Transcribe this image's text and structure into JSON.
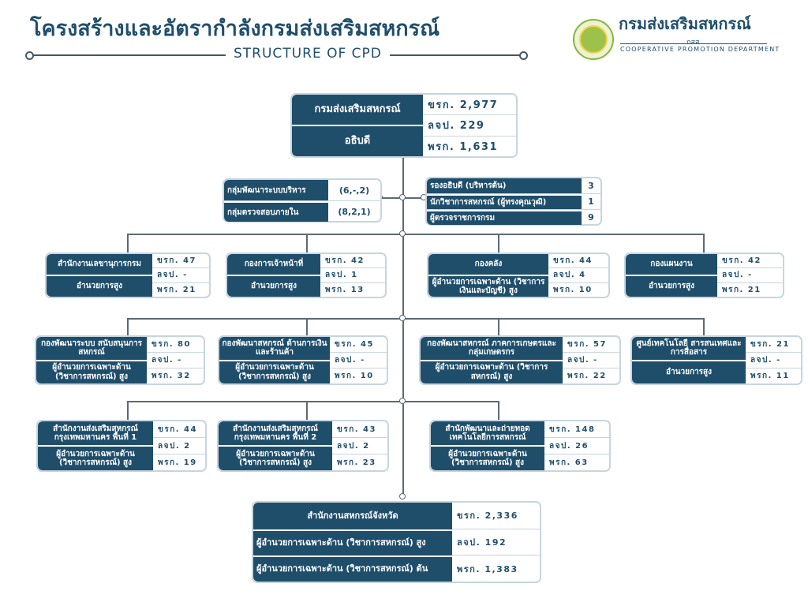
{
  "header": {
    "title_th": "โครงสร้างและอัตรากำลังกรมส่งเสริมสหกรณ์",
    "title_en": "STRUCTURE OF CPD",
    "logo_name_th": "กรมส่งเสริมสหกรณ์",
    "logo_abbr": "กสส",
    "logo_name_en": "COOPERATIVE PROMOTION DEPARTMENT"
  },
  "root": {
    "name": "กรมส่งเสริมสหกรณ์",
    "head": "อธิบดี",
    "c1": "ขรก. 2,977",
    "c2": "ลจป. 229",
    "c3": "พรก. 1,631"
  },
  "staff_left": [
    {
      "label": "กลุ่มพัฒนาระบบบริหาร",
      "value": "(6,-,2)"
    },
    {
      "label": "กลุ่มตรวจสอบภายใน",
      "value": "(8,2,1)"
    }
  ],
  "staff_right": [
    {
      "label": "รองอธิบดี (บริหารต้น)",
      "value": "3"
    },
    {
      "label": "นักวิชาการสหกรณ์ (ผู้ทรงคุณวุฒิ)",
      "value": "1"
    },
    {
      "label": "ผู้ตรวจราชการกรม",
      "value": "9"
    }
  ],
  "row1": [
    {
      "name": "สำนักงานเลขานุการกรม",
      "head": "อำนวยการสูง",
      "c1": "ขรก. 47",
      "c2": "ลจป. -",
      "c3": "พรก. 21"
    },
    {
      "name": "กองการเจ้าหน้าที่",
      "head": "อำนวยการสูง",
      "c1": "ขรก. 42",
      "c2": "ลจป. 1",
      "c3": "พรก. 13"
    },
    {
      "name": "กองคลัง",
      "head": "ผู้อำนวยการเฉพาะด้าน (วิชาการเงินและบัญชี) สูง",
      "c1": "ขรก. 44",
      "c2": "ลจป. 4",
      "c3": "พรก. 10"
    },
    {
      "name": "กองแผนงาน",
      "head": "อำนวยการสูง",
      "c1": "ขรก. 42",
      "c2": "ลจป. -",
      "c3": "พรก. 21"
    }
  ],
  "row2": [
    {
      "name": "กองพัฒนาระบบ สนับสนุนการสหกรณ์",
      "head": "ผู้อำนวยการเฉพาะด้าน (วิชาการสหกรณ์) สูง",
      "c1": "ขรก. 80",
      "c2": "ลจป. -",
      "c3": "พรก. 32"
    },
    {
      "name": "กองพัฒนาสหกรณ์ ด้านการเงินและร้านค้า",
      "head": "ผู้อำนวยการเฉพาะด้าน (วิชาการสหกรณ์) สูง",
      "c1": "ขรก. 45",
      "c2": "ลจป. -",
      "c3": "พรก. 10"
    },
    {
      "name": "กองพัฒนาสหกรณ์ ภาคการเกษตรและกลุ่มเกษตรกร",
      "head": "ผู้อำนวยการเฉพาะด้าน (วิชาการสหกรณ์) สูง",
      "c1": "ขรก. 57",
      "c2": "ลจป. -",
      "c3": "พรก. 22"
    },
    {
      "name": "ศูนย์เทคโนโลยี สารสนเทศและการสื่อสาร",
      "head": "อำนวยการสูง",
      "c1": "ขรก. 21",
      "c2": "ลจป. -",
      "c3": "พรก. 11"
    }
  ],
  "row3": [
    {
      "name": "สำนักงานส่งเสริมสหกรณ์ กรุงเทพมหานคร พื้นที่ 1",
      "head": "ผู้อำนวยการเฉพาะด้าน (วิชาการสหกรณ์) สูง",
      "c1": "ขรก. 44",
      "c2": "ลจป. 2",
      "c3": "พรก. 19"
    },
    {
      "name": "สำนักงานส่งเสริมสหกรณ์ กรุงเทพมหานคร พื้นที่ 2",
      "head": "ผู้อำนวยการเฉพาะด้าน (วิชาการสหกรณ์) สูง",
      "c1": "ขรก. 43",
      "c2": "ลจป. 2",
      "c3": "พรก. 23"
    },
    {
      "name": "สำนักพัฒนาและถ่ายทอด เทคโนโลยีการสหกรณ์",
      "head": "ผู้อำนวยการเฉพาะด้าน (วิชาการสหกรณ์) สูง",
      "c1": "ขรก. 148",
      "c2": "ลจป. 26",
      "c3": "พรก. 63"
    }
  ],
  "provincial": {
    "name": "สำนักงานสหกรณ์จังหวัด",
    "head1": "ผู้อำนวยการเฉพาะด้าน (วิชาการสหกรณ์) สูง",
    "head2": "ผู้อำนวยการเฉพาะด้าน (วิชาการสหกรณ์) ต้น",
    "c1": "ขรก. 2,336",
    "c2": "ลจป. 192",
    "c3": "พรก. 1,383"
  }
}
